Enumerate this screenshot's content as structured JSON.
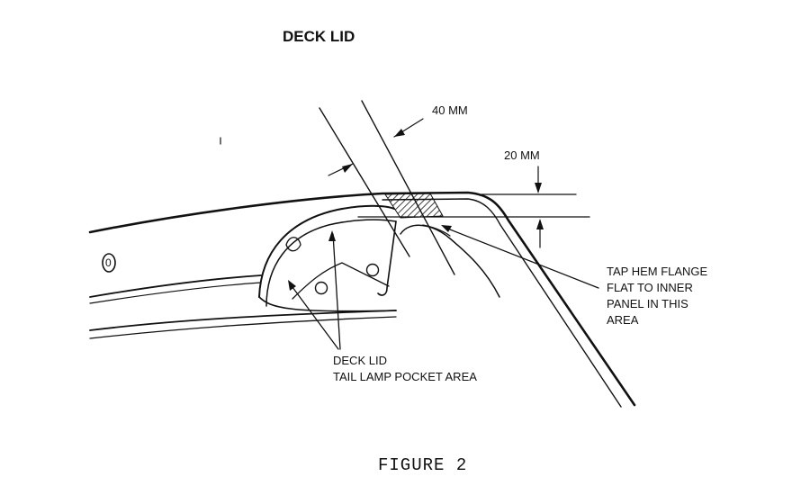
{
  "title": "DECK LID",
  "dimensions": {
    "width_label": "40 MM",
    "height_label": "20 MM"
  },
  "callouts": {
    "hem_flange": [
      "TAP HEM FLANGE",
      "FLAT TO INNER",
      "PANEL IN THIS",
      "AREA"
    ],
    "pocket": [
      "DECK LID",
      "TAIL LAMP POCKET AREA"
    ]
  },
  "part_mark": "0",
  "caption": "FIGURE 2"
}
